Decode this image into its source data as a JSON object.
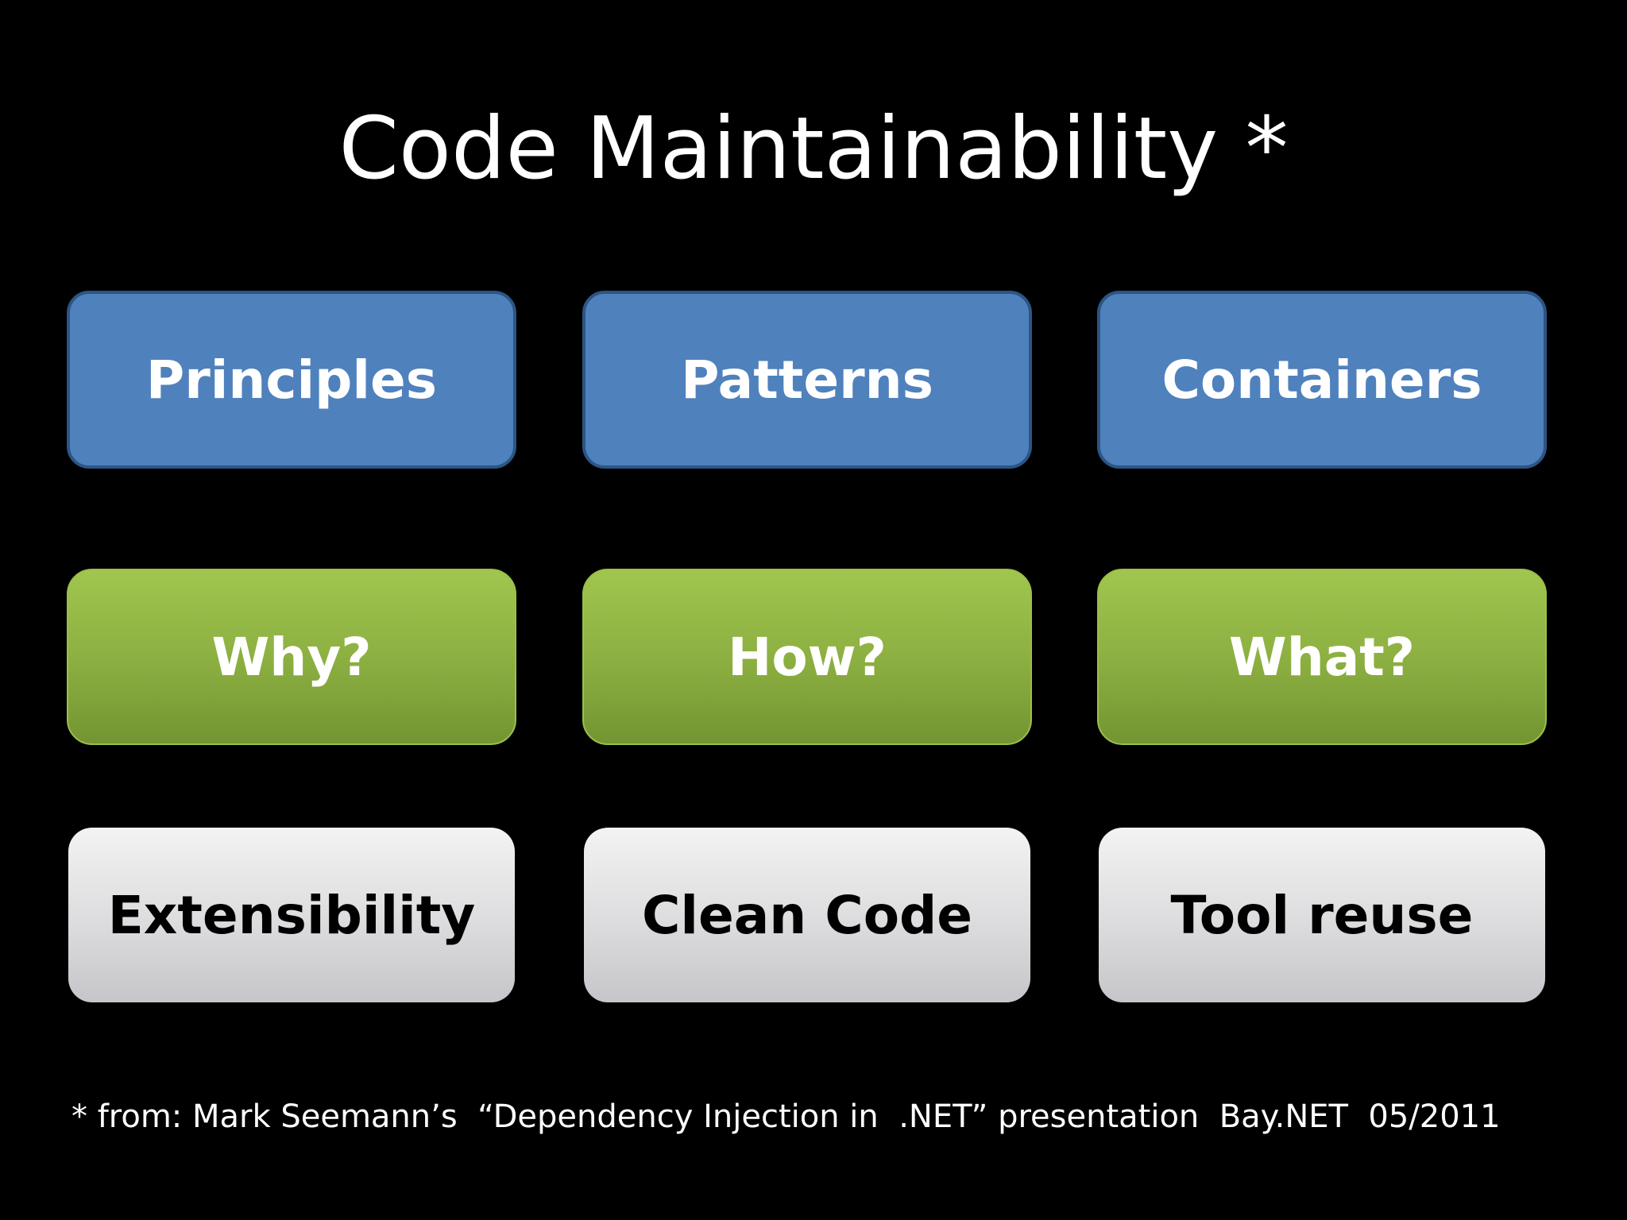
{
  "slide": {
    "title": "Code Maintainability *",
    "rows": [
      {
        "items": [
          "Principles",
          "Patterns",
          "Containers"
        ],
        "color": "#4f81bd"
      },
      {
        "items": [
          "Why?",
          "How?",
          "What?"
        ],
        "color": "#8db042"
      },
      {
        "items": [
          "Extensibility",
          "Clean Code",
          "Tool reuse"
        ],
        "color": "#dcdcde"
      }
    ],
    "footnote": "* from: Mark Seemann’s  “Dependency Injection in  .NET” presentation  Bay.NET  05/2011"
  }
}
